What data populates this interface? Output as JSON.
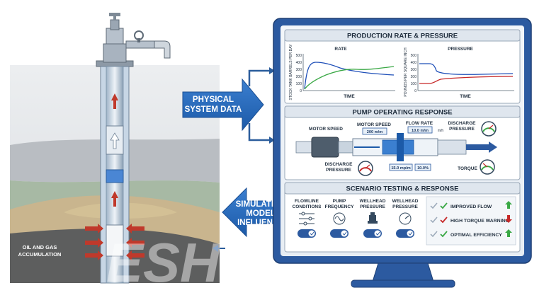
{
  "arrows": {
    "physical_line1": "PHYSICAL",
    "physical_line2": "SYSTEM DATA",
    "simulation_line1": "SIMULATION",
    "simulation_line2": "MODEL",
    "simulation_line3": "INFLUENCE"
  },
  "well": {
    "reservoir_line1": "OIL AND GAS",
    "reservoir_line2": "ACCUMULATION"
  },
  "panel_production": {
    "title": "PRODUCTION RATE & PRESSURE",
    "rate": {
      "title": "RATE",
      "y_label": "STOCK TANK BARRELS PER DAY",
      "x_label": "TIME",
      "y_ticks": [
        "500",
        "400",
        "300",
        "200",
        "100",
        "0"
      ],
      "color_a": "#1e4fb8",
      "color_b": "#3aa845"
    },
    "pressure": {
      "title": "PRESSURE",
      "y_label": "POUNDS PER SQUARE INCH",
      "x_label": "TIME",
      "y_ticks": [
        "500",
        "400",
        "300",
        "200",
        "100",
        "0"
      ],
      "color_a": "#1e4fb8",
      "color_b": "#c62828"
    }
  },
  "panel_pump": {
    "title": "PUMP OPERATING RESPONSE",
    "motor_speed_left": "MOTOR SPEED",
    "motor_speed_top": "MOTOR SPEED",
    "motor_speed_value": "200 m/m",
    "flow_rate_label": "FLOW RATE",
    "flow_rate_value": "10.0 m/m",
    "flow_rate_unit": "m/h",
    "discharge_right_line1": "DISCHARGE",
    "discharge_right_line2": "PRESSURE",
    "discharge_left_line1": "DISCHARGE",
    "discharge_left_line2": "PRESSURE",
    "value_a": "15.0 mp/m",
    "value_b": "10.0%",
    "torque_label": "TORQUE"
  },
  "panel_scenario": {
    "title": "SCENARIO TESTING & RESPONSE",
    "columns": [
      {
        "line1": "FLOWLINE",
        "line2": "CONDITIONS"
      },
      {
        "line1": "PUMP",
        "line2": "FREQUENCY"
      },
      {
        "line1": "WELLHEAD",
        "line2": "PRESSURE"
      },
      {
        "line1": "WELLHEAD",
        "line2": "PRESSURE"
      }
    ],
    "results": [
      {
        "label": "IMPROVED FLOW",
        "direction": "up",
        "color": "#3aa845"
      },
      {
        "label": "HIGH TORQUE WARNING",
        "direction": "down",
        "color": "#c62828"
      },
      {
        "label": "OPTIMAL EFFICIENCY",
        "direction": "up",
        "color": "#3aa845"
      }
    ]
  },
  "watermark": "ESH"
}
